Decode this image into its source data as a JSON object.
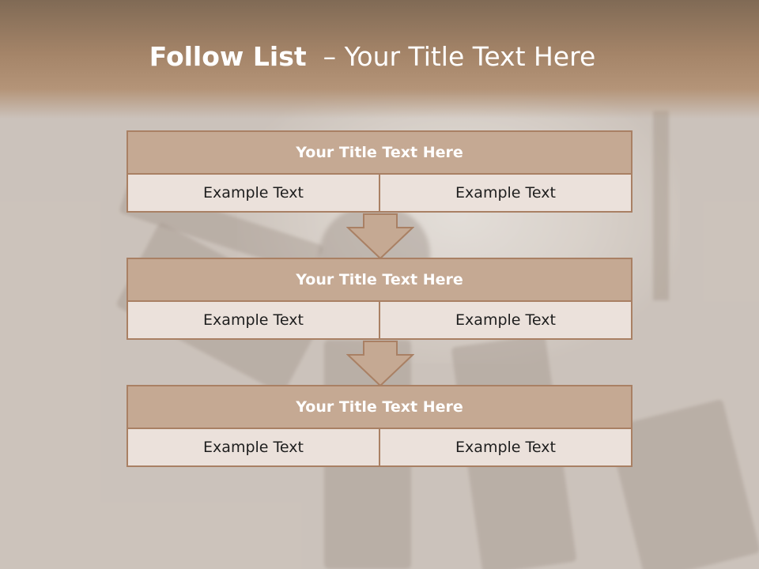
{
  "slide": {
    "title_bold": "Follow List",
    "title_rest": "– Your Title Text Here"
  },
  "blocks": [
    {
      "title": "Your Title Text Here",
      "cells": [
        "Example Text",
        "Example Text"
      ]
    },
    {
      "title": "Your Title Text Here",
      "cells": [
        "Example Text",
        "Example Text"
      ]
    },
    {
      "title": "Your Title Text Here",
      "cells": [
        "Example Text",
        "Example Text"
      ]
    }
  ],
  "colors": {
    "header_fill": "#c5a993",
    "cell_fill": "#ebe1db",
    "border": "#a98064",
    "title_band": "#a48468"
  }
}
